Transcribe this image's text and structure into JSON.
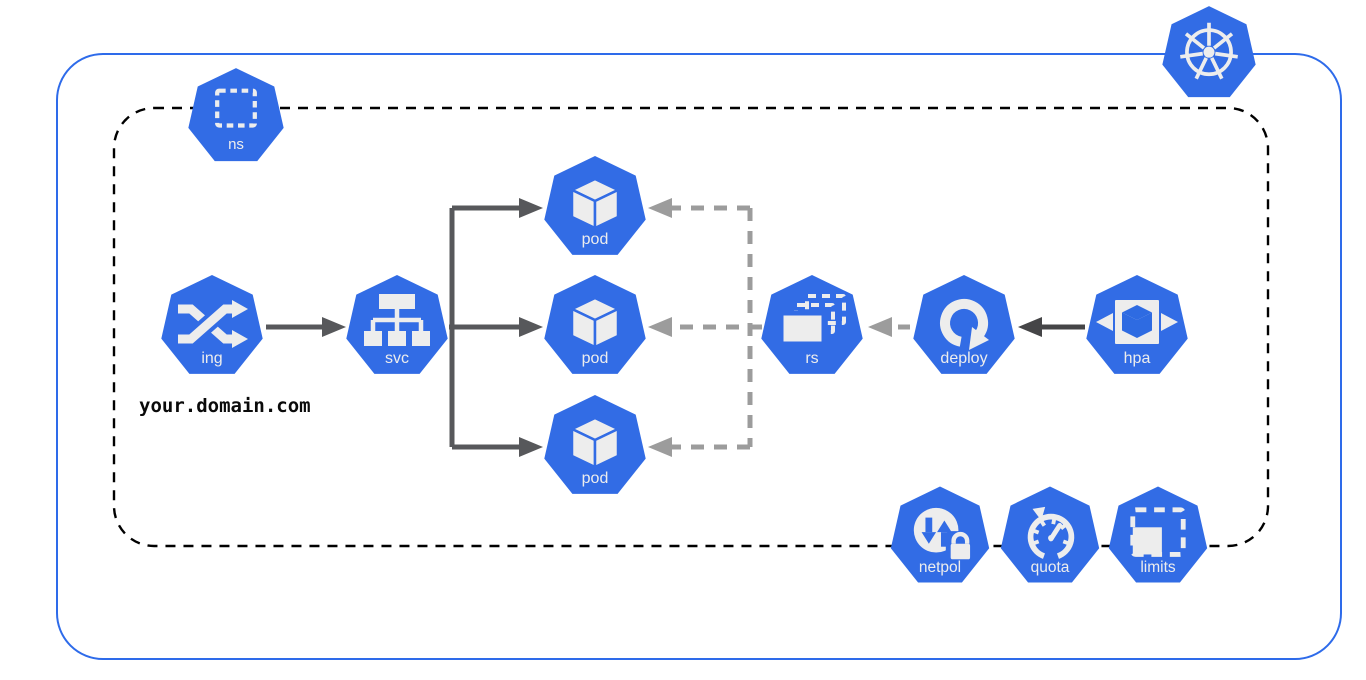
{
  "diagram": {
    "annotation": {
      "domain_text": "your.domain.com"
    },
    "nodes": {
      "kubernetes": {
        "icon": "kubernetes-helm-icon",
        "label": ""
      },
      "ns": {
        "icon": "namespace-icon",
        "label": "ns"
      },
      "ing": {
        "icon": "ingress-icon",
        "label": "ing"
      },
      "svc": {
        "icon": "service-icon",
        "label": "svc"
      },
      "pod1": {
        "icon": "pod-cube-icon",
        "label": "pod"
      },
      "pod2": {
        "icon": "pod-cube-icon",
        "label": "pod"
      },
      "pod3": {
        "icon": "pod-cube-icon",
        "label": "pod"
      },
      "rs": {
        "icon": "replicaset-icon",
        "label": "rs"
      },
      "deploy": {
        "icon": "deployment-icon",
        "label": "deploy"
      },
      "hpa": {
        "icon": "hpa-icon",
        "label": "hpa"
      },
      "netpol": {
        "icon": "network-policy-icon",
        "label": "netpol"
      },
      "quota": {
        "icon": "resource-quota-icon",
        "label": "quota"
      },
      "limits": {
        "icon": "limit-range-icon",
        "label": "limits"
      }
    },
    "edges": [
      {
        "from": "ing",
        "to": "svc",
        "style": "solid-dark"
      },
      {
        "from": "svc",
        "to": "pod1",
        "style": "solid-dark"
      },
      {
        "from": "svc",
        "to": "pod2",
        "style": "solid-dark"
      },
      {
        "from": "svc",
        "to": "pod3",
        "style": "solid-dark"
      },
      {
        "from": "rs",
        "to": "pod1",
        "style": "dashed-gray"
      },
      {
        "from": "rs",
        "to": "pod2",
        "style": "dashed-gray"
      },
      {
        "from": "rs",
        "to": "pod3",
        "style": "dashed-gray"
      },
      {
        "from": "deploy",
        "to": "rs",
        "style": "dashed-gray"
      },
      {
        "from": "hpa",
        "to": "deploy",
        "style": "solid-darker"
      }
    ],
    "colors": {
      "k8s_blue": "#326CE5",
      "cluster_border_blue": "#2E6BEA",
      "namespace_border": "#000000",
      "arrow_dark": "#57585B",
      "arrow_darker": "#454547",
      "arrow_light_gray": "#9C9C9C",
      "icon_white": "#EDEDED"
    }
  }
}
